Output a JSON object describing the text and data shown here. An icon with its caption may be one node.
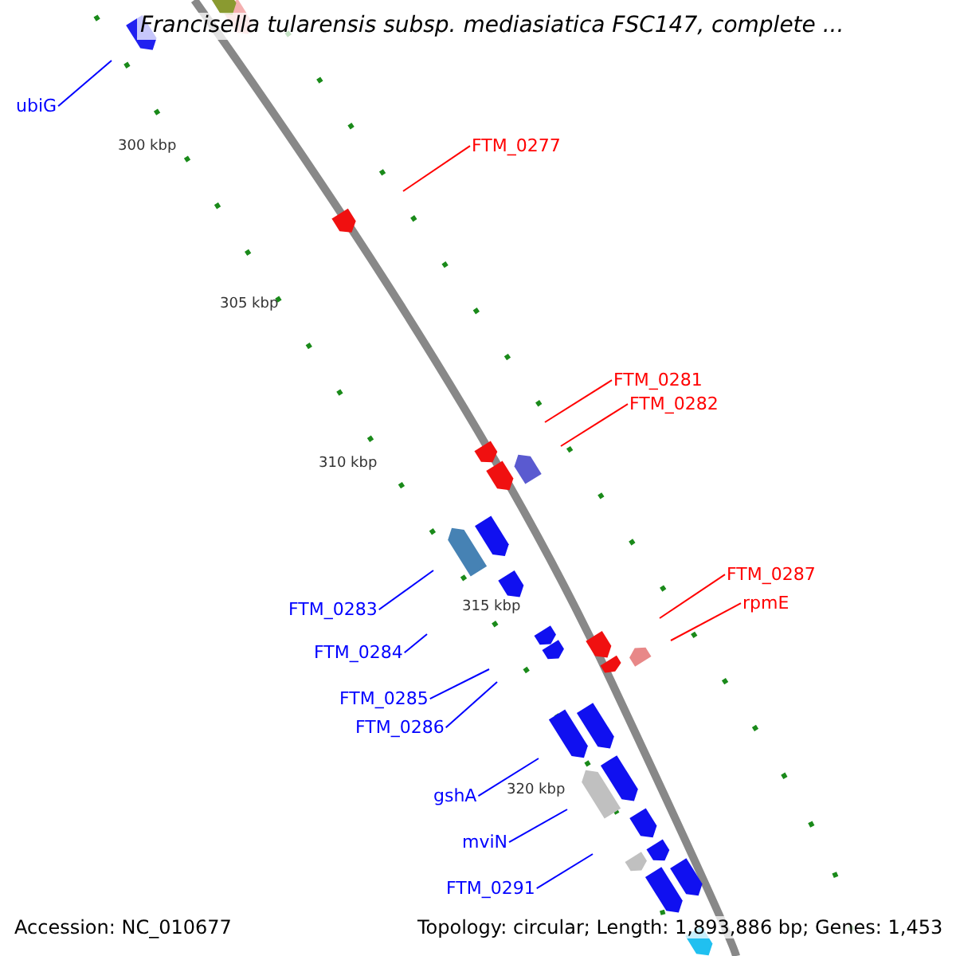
{
  "diagram": {
    "title": "Francisella tularensis subsp. mediasiatica FSC147, complete ...",
    "nodes": [
      {
        "text": [
          "ubiG"
        ]
      },
      {
        "text": [
          "FTM_0277"
        ]
      },
      {
        "text": [
          "FTM_0281"
        ]
      },
      {
        "text": [
          "FTM_0282"
        ]
      },
      {
        "text": [
          "FTM_0287"
        ]
      },
      {
        "text": [
          "rpmE"
        ]
      },
      {
        "text": [
          "FTM_0283"
        ]
      },
      {
        "text": [
          "FTM_0284"
        ]
      },
      {
        "text": [
          "FTM_0285"
        ]
      },
      {
        "text": [
          "FTM_0286"
        ]
      },
      {
        "text": [
          "gshA"
        ]
      },
      {
        "text": [
          "mviN"
        ]
      },
      {
        "text": [
          "FTM_0291"
        ]
      }
    ],
    "edges": [
      {
        "from": 0,
        "to": null,
        "arrow": "none"
      },
      {
        "from": 1,
        "to": null,
        "arrow": "none",
        "color": "#ff0000"
      },
      {
        "from": 2,
        "to": null,
        "arrow": "none",
        "color": "#ff0000"
      },
      {
        "from": 3,
        "to": null,
        "arrow": "none",
        "color": "#ff0000"
      },
      {
        "from": 4,
        "to": null,
        "arrow": "none",
        "color": "#ff0000"
      },
      {
        "from": 5,
        "to": null,
        "arrow": "none",
        "color": "#ff0000"
      },
      {
        "from": 6,
        "to": null,
        "arrow": "none"
      },
      {
        "from": 7,
        "to": null,
        "arrow": "none"
      },
      {
        "from": 8,
        "to": null,
        "arrow": "none"
      },
      {
        "from": 9,
        "to": null,
        "arrow": "none"
      },
      {
        "from": 10,
        "to": null,
        "arrow": "none"
      },
      {
        "from": 11,
        "to": null,
        "arrow": "none"
      },
      {
        "from": 12,
        "to": null,
        "arrow": "none"
      }
    ],
    "labels": [
      "300 kbp",
      "305 kbp",
      "310 kbp",
      "315 kbp",
      "320 kbp",
      "Accession: NC_010677",
      "Topology: circular; Length: 1,893,886 bp; Genes: 1,453"
    ]
  }
}
